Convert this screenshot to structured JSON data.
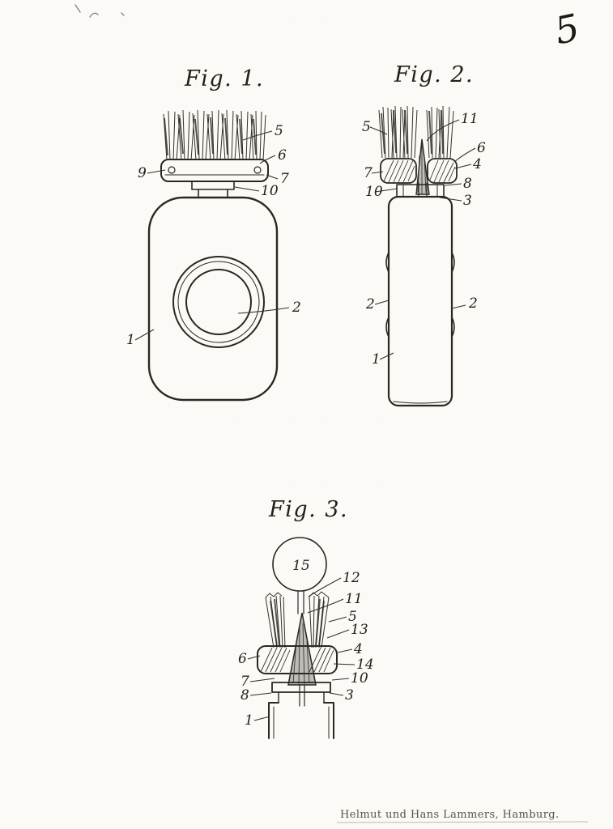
{
  "sheet": {
    "number": "5",
    "signature": "Helmut und Hans Lammers, Hamburg."
  },
  "figures": {
    "fig1": {
      "title": "Fig. 1.",
      "labels": {
        "l5": "5",
        "l6": "6",
        "l7": "7",
        "l9": "9",
        "l10": "10",
        "l2": "2",
        "l1": "1"
      }
    },
    "fig2": {
      "title": "Fig. 2.",
      "labels": {
        "l5": "5",
        "l11": "11",
        "l6": "6",
        "l4": "4",
        "l7": "7",
        "l8": "8",
        "l10": "10",
        "l3": "3",
        "l2_left": "2",
        "l2_right": "2",
        "l1": "1"
      }
    },
    "fig3": {
      "title": "Fig. 3.",
      "labels": {
        "l15": "15",
        "l12": "12",
        "l11": "11",
        "l5": "5",
        "l13": "13",
        "l4": "4",
        "l14": "14",
        "l10": "10",
        "l3": "3",
        "l6": "6",
        "l7": "7",
        "l8": "8",
        "l1": "1"
      }
    }
  }
}
